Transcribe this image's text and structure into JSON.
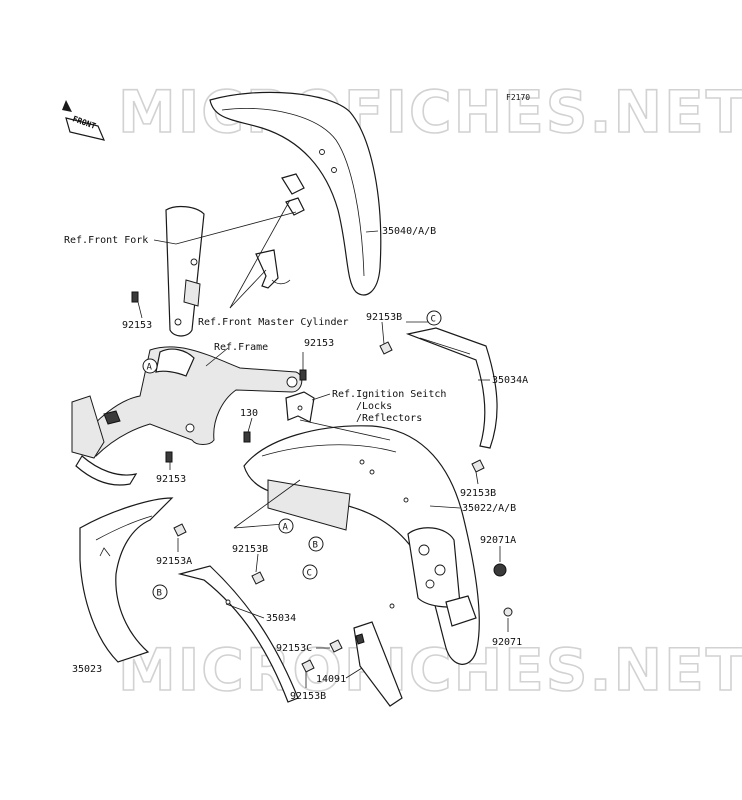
{
  "diagram_code": "F2170",
  "watermark": "MICROFICHES.NET",
  "front_badge": "FRONT",
  "labels": {
    "ref_front_fork": "Ref.Front Fork",
    "ref_front_master_cylinder": "Ref.Front Master Cylinder",
    "ref_frame": "Ref.Frame",
    "ref_ignition_1": "Ref.Ignition Seitch",
    "ref_ignition_2": "/Locks",
    "ref_ignition_3": "/Reflectors",
    "p35040": "35040/A/B",
    "p92153_a": "92153",
    "p92153_b": "92153",
    "p92153_c": "92153",
    "p92153B_top": "92153B",
    "p35034A": "35034A",
    "p130": "130",
    "p92153B_right": "92153B",
    "p35022": "35022/A/B",
    "p92071A": "92071A",
    "p92153A": "92153A",
    "p92153B_mid": "92153B",
    "p35034": "35034",
    "p92071": "92071",
    "p92153C": "92153C",
    "p35023": "35023",
    "p14091": "14091",
    "p92153B_bottom": "92153B"
  },
  "callouts": {
    "A1": "A",
    "A2": "A",
    "B1": "B",
    "B2": "B",
    "C1": "C",
    "C2": "C"
  }
}
